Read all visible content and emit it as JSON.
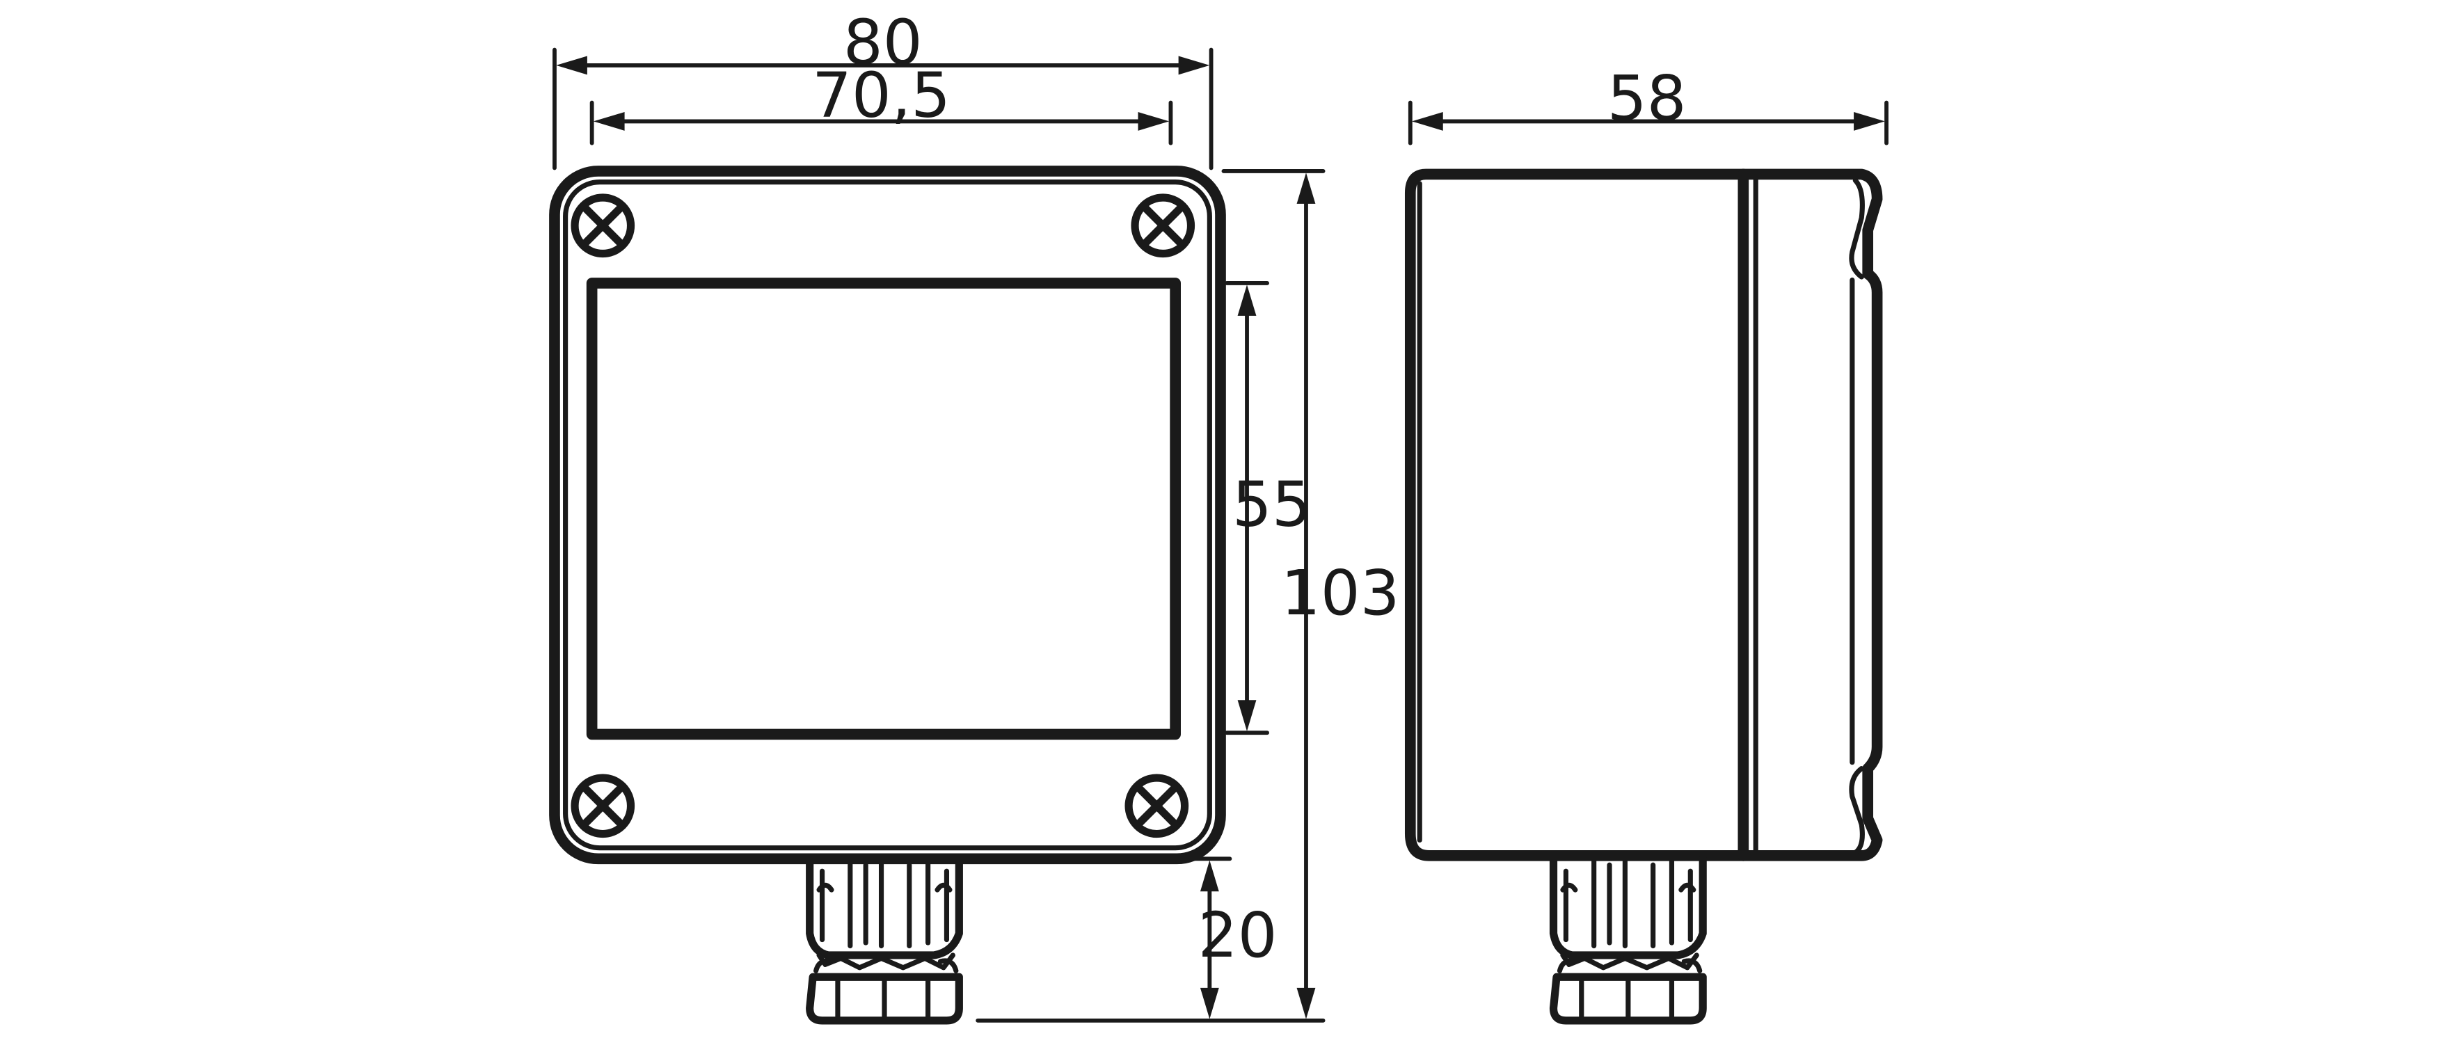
{
  "dimensions": {
    "front_overall_width": "80",
    "front_inner_width": "70,5",
    "window_height": "55",
    "overall_height": "103",
    "gland_height": "20",
    "side_depth": "58"
  },
  "colors": {
    "line": "#1a1a1a",
    "background": "#ffffff"
  }
}
